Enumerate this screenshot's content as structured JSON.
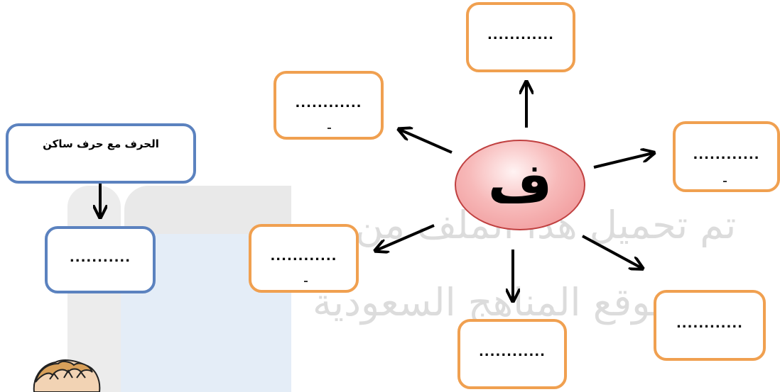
{
  "watermark": {
    "line1": "تم تحميل هذا الملف من",
    "line2": "موقع المناهج السعودية"
  },
  "center": {
    "letter": "ف"
  },
  "rule_box": {
    "label": "الحرف مع حرف ساكن"
  },
  "boxes": {
    "top": "............",
    "upper_left": "............",
    "right": "............",
    "left": "............",
    "bottom_right": "............",
    "bottom": "............",
    "rule_answer": "..........."
  },
  "colors": {
    "orange_border": "#f0a050",
    "blue_border": "#5b82bf",
    "center_fill": "#f7b9b9",
    "watermark": "#dcdcdc"
  }
}
